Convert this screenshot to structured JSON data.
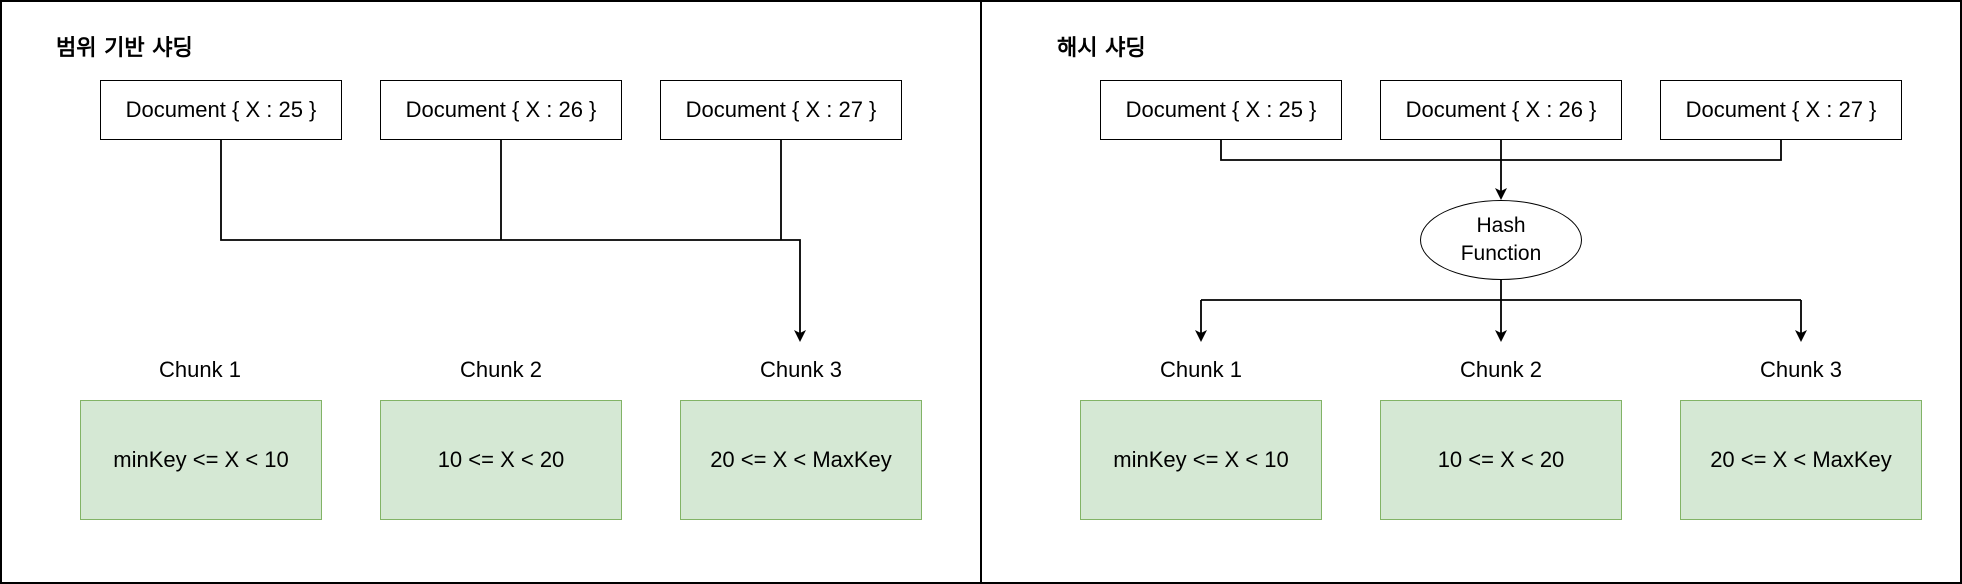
{
  "range_panel": {
    "title": "범위 기반 샤딩",
    "documents": [
      "Document { X : 25 }",
      "Document { X : 26 }",
      "Document { X : 27 }"
    ],
    "chunks": [
      {
        "label": "Chunk 1",
        "range": "minKey <= X < 10"
      },
      {
        "label": "Chunk 2",
        "range": "10 <= X < 20"
      },
      {
        "label": "Chunk 3",
        "range": "20 <= X < MaxKey"
      }
    ]
  },
  "hash_panel": {
    "title": "해시 샤딩",
    "documents": [
      "Document { X : 25 }",
      "Document { X : 26 }",
      "Document { X : 27 }"
    ],
    "hash_function": {
      "line1": "Hash",
      "line2": "Function"
    },
    "chunks": [
      {
        "label": "Chunk 1",
        "range": "minKey <= X < 10"
      },
      {
        "label": "Chunk 2",
        "range": "10 <= X < 20"
      },
      {
        "label": "Chunk 3",
        "range": "20 <= X < MaxKey"
      }
    ]
  },
  "colors": {
    "chunk_fill": "#d5e8d4",
    "chunk_border": "#82b366",
    "line": "#000000"
  }
}
